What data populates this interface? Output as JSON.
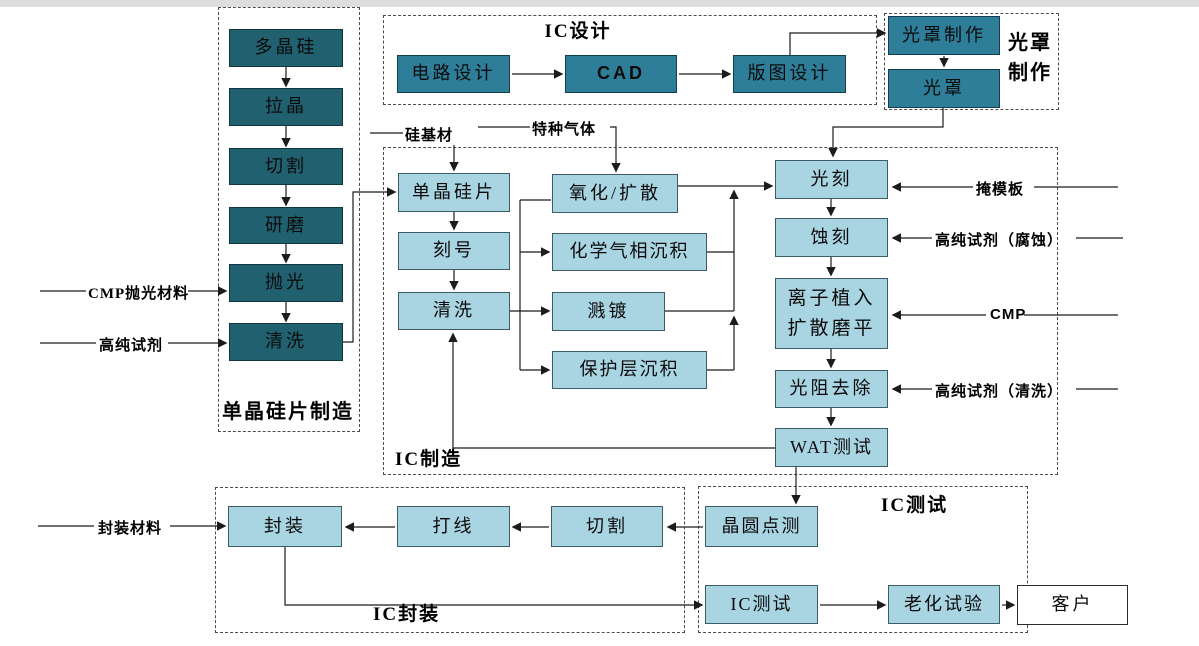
{
  "colors": {
    "dark": "#20606f",
    "mid": "#2e7e99",
    "light": "#a9d4e2"
  },
  "groups": {
    "wafer_mfg_title": "单晶硅片制造",
    "ic_design_title": "IC设计",
    "mask_title": "光罩\n制作",
    "ic_mfg_title": "IC制造",
    "ic_pkg_title": "IC封装",
    "ic_test_title": "IC测试"
  },
  "nodes": {
    "poly_si": "多晶硅",
    "pull_crystal": "拉晶",
    "cut_wafer": "切割",
    "grind": "研磨",
    "polish": "抛光",
    "clean_dark": "清洗",
    "circuit_design": "电路设计",
    "cad": "CAD",
    "layout_design": "版图设计",
    "mask_making": "光罩制作",
    "mask": "光罩",
    "mono_wafer": "单晶硅片",
    "mark": "刻号",
    "clean_light": "清洗",
    "oxidation": "氧化/扩散",
    "cvd": "化学气相沉积",
    "sputter": "溅镀",
    "protect_dep": "保护层沉积",
    "litho": "光刻",
    "etch": "蚀刻",
    "ion": "离子植入\n扩散磨平",
    "pr_strip": "光阻去除",
    "wat": "WAT测试",
    "package": "封装",
    "wire_bond": "打线",
    "dice": "切割",
    "wafer_probe": "晶圆点测",
    "ic_test": "IC测试",
    "burn_in": "老化试验",
    "customer": "客户"
  },
  "inputs": {
    "cmp_polish": "CMP抛光材料",
    "reagent": "高纯试剂",
    "si_substrate": "硅基材",
    "special_gas": "特种气体",
    "mask_plate": "掩模板",
    "reagent_etch": "高纯试剂（腐蚀）",
    "cmp": "CMP",
    "reagent_clean": "高纯试剂（清洗）",
    "pkg_material": "封装材料"
  }
}
